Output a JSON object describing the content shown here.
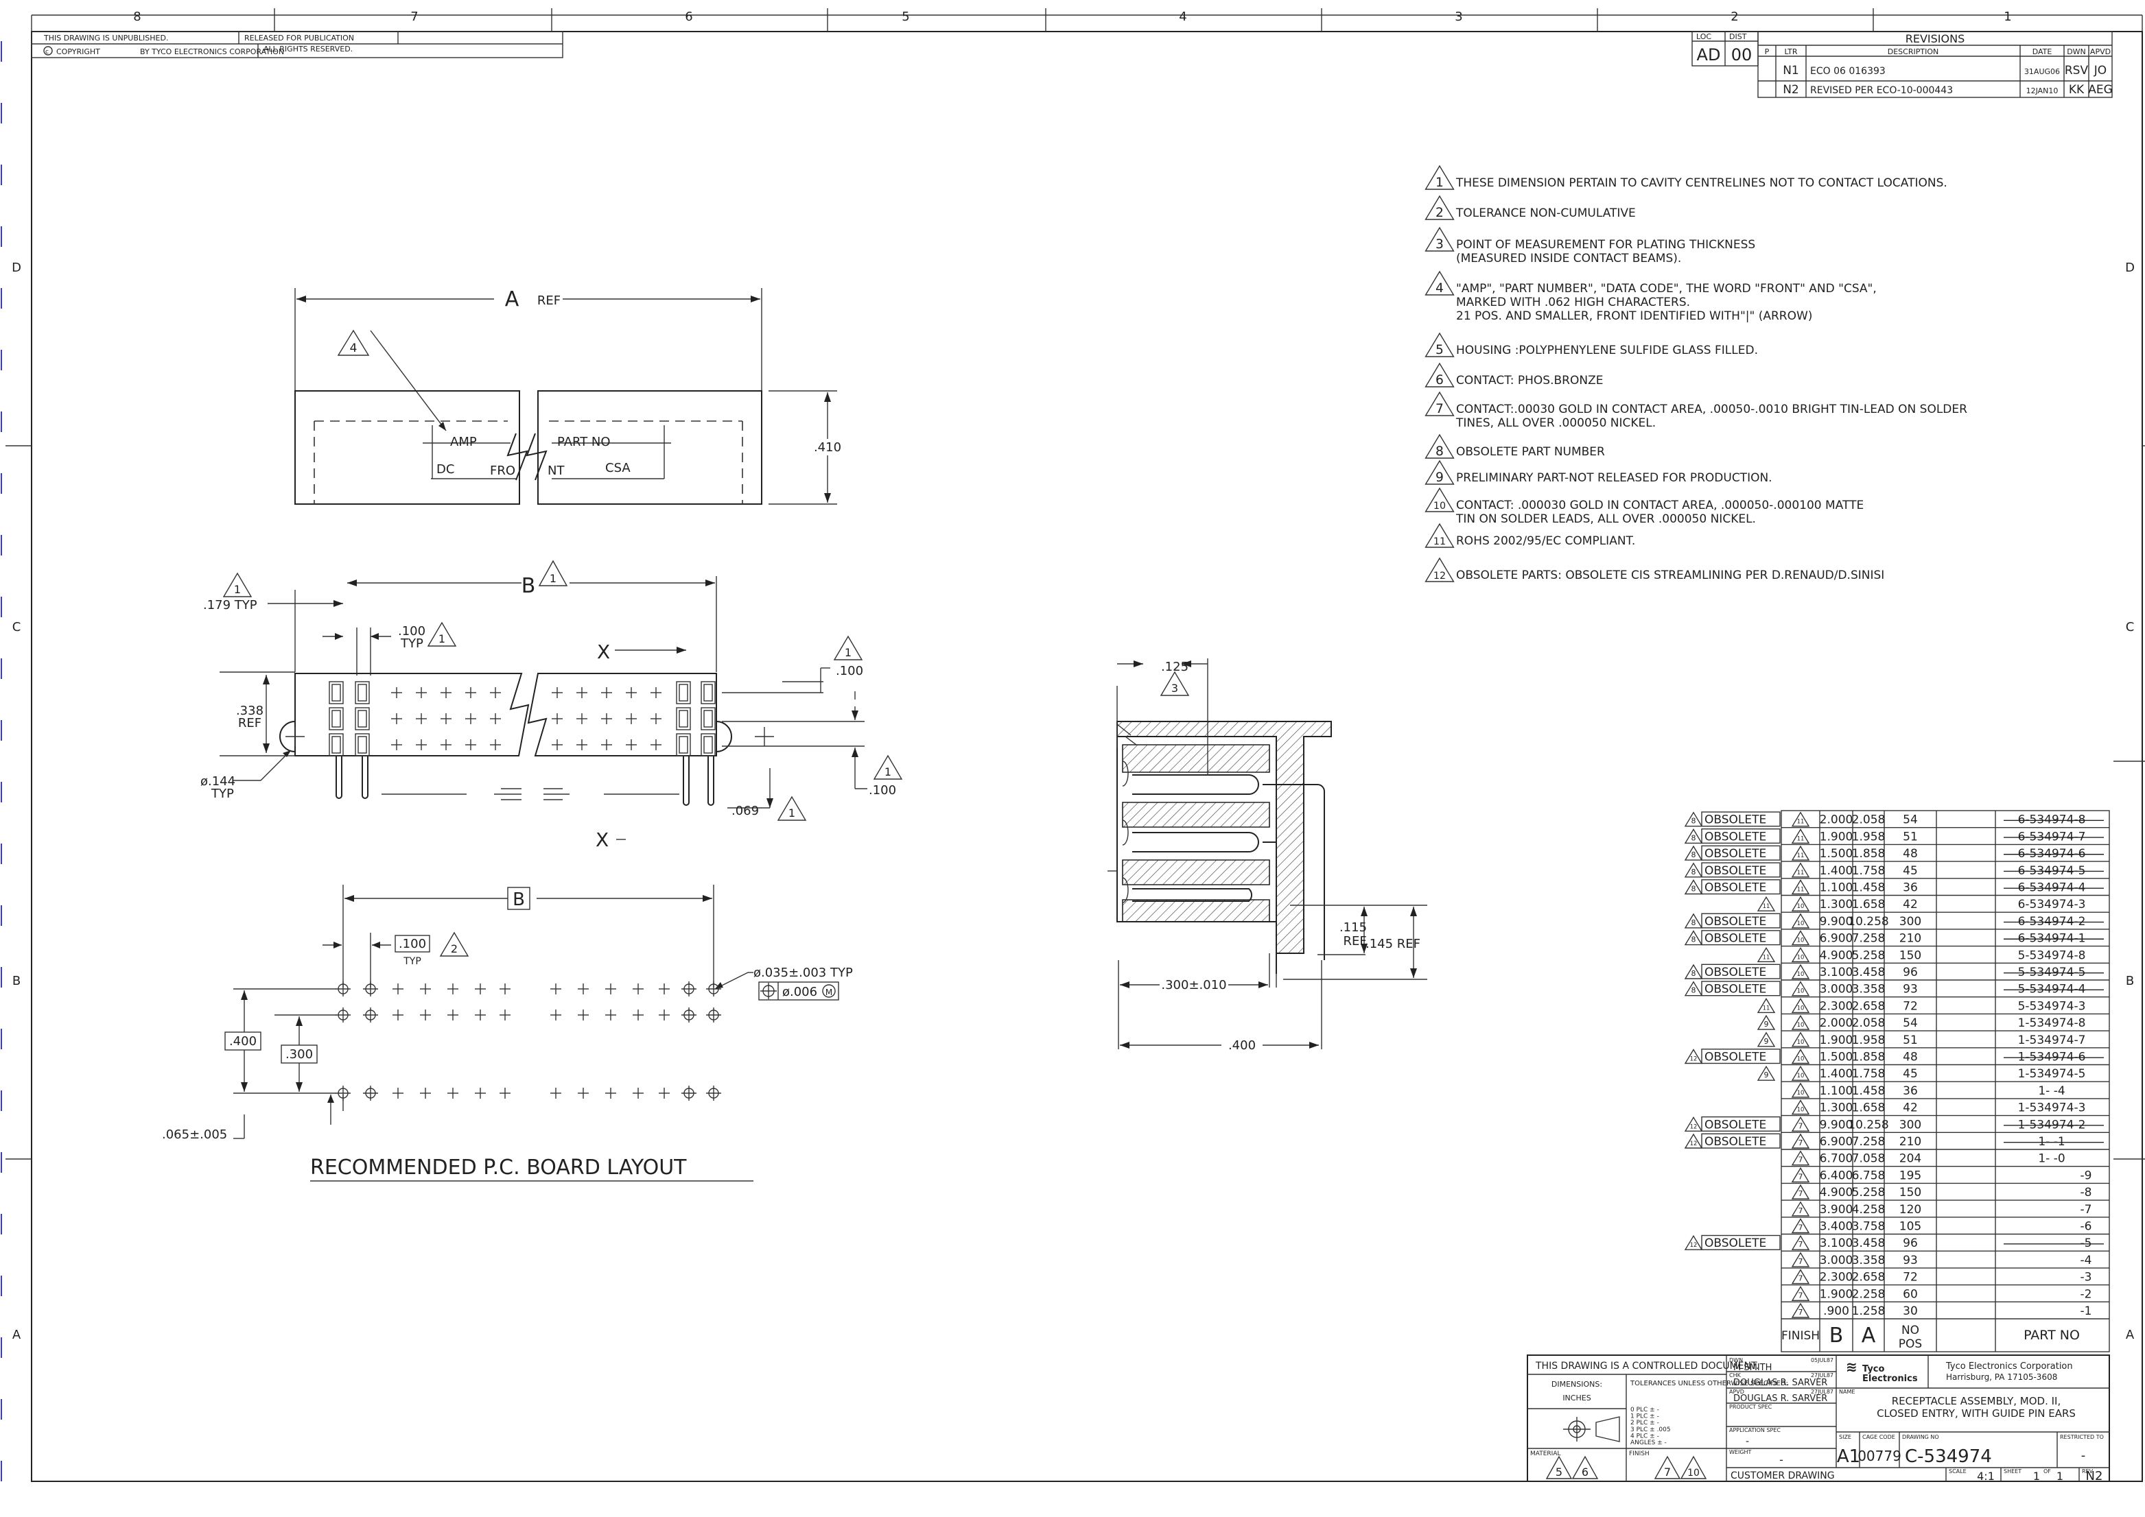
{
  "zones_top": [
    "8",
    "7",
    "6",
    "5",
    "4",
    "3",
    "2",
    "1"
  ],
  "zones_side": [
    "D",
    "C",
    "B",
    "A"
  ],
  "header": {
    "unpublished": "THIS DRAWING IS UNPUBLISHED.",
    "released": "RELEASED FOR PUBLICATION",
    "copyright": "COPYRIGHT",
    "by": "BY TYCO ELECTRONICS CORPORATION",
    "rights": "ALL RIGHTS RESERVED.",
    "loc_label": "LOC",
    "loc": "AD",
    "dist_label": "DIST",
    "dist": "00"
  },
  "revisions": {
    "title": "REVISIONS",
    "cols": [
      "P",
      "LTR",
      "DESCRIPTION",
      "DATE",
      "DWN",
      "APVD"
    ],
    "rows": [
      {
        "ltr": "N1",
        "desc": "ECO 06 016393",
        "date": "31AUG06",
        "dwn": "RSV",
        "apvd": "JO"
      },
      {
        "ltr": "N2",
        "desc": "REVISED PER ECO-10-000443",
        "date": "12JAN10",
        "dwn": "KK",
        "apvd": "AEG"
      }
    ]
  },
  "notes": [
    {
      "n": "1",
      "lines": [
        "THESE DIMENSION PERTAIN TO CAVITY CENTRELINES NOT TO CONTACT LOCATIONS."
      ]
    },
    {
      "n": "2",
      "lines": [
        "TOLERANCE NON-CUMULATIVE"
      ]
    },
    {
      "n": "3",
      "lines": [
        "POINT OF MEASUREMENT FOR PLATING THICKNESS",
        "(MEASURED INSIDE CONTACT BEAMS)."
      ]
    },
    {
      "n": "4",
      "lines": [
        "\"AMP\", \"PART NUMBER\", \"DATA CODE\", THE WORD \"FRONT\" AND \"CSA\",",
        "MARKED WITH .062 HIGH CHARACTERS.",
        "21 POS. AND SMALLER, FRONT IDENTIFIED WITH\"|\" (ARROW)"
      ]
    },
    {
      "n": "5",
      "lines": [
        "HOUSING :POLYPHENYLENE SULFIDE GLASS FILLED."
      ]
    },
    {
      "n": "6",
      "lines": [
        "CONTACT: PHOS.BRONZE"
      ]
    },
    {
      "n": "7",
      "lines": [
        "CONTACT:.00030 GOLD IN CONTACT AREA, .00050-.0010 BRIGHT TIN-LEAD ON SOLDER",
        "TINES, ALL OVER .000050 NICKEL."
      ]
    },
    {
      "n": "8",
      "lines": [
        "OBSOLETE PART NUMBER"
      ]
    },
    {
      "n": "9",
      "lines": [
        "PRELIMINARY PART-NOT RELEASED FOR PRODUCTION."
      ]
    },
    {
      "n": "10",
      "lines": [
        "CONTACT: .000030 GOLD IN CONTACT AREA, .000050-.000100 MATTE",
        "TIN ON SOLDER LEADS, ALL OVER .000050 NICKEL."
      ]
    },
    {
      "n": "11",
      "lines": [
        "ROHS 2002/95/EC COMPLIANT."
      ]
    },
    {
      "n": "12",
      "lines": [
        "OBSOLETE PARTS: OBSOLETE CIS STREAMLINING PER D.RENAUD/D.SINISI"
      ]
    }
  ],
  "view_top": {
    "a_ref": "A",
    "ref": "REF",
    "note_flag": "4",
    "amp": "AMP",
    "part_no": "PART NO",
    "dc": "DC",
    "front_left": "FRO",
    "front_right": "NT",
    "csa": "CSA",
    "height": ".410"
  },
  "view_front": {
    "b": "B",
    "b_flag": "1",
    "typ179": ".179 TYP",
    "typ179_flag": "1",
    "pitch": ".100",
    "pitch_typ": "TYP",
    "pitch_flag": "1",
    "x_top": "X",
    "x_bottom": "X",
    "d100_top": ".100",
    "d100_top_flag": "1",
    "d338": ".338",
    "d338_ref": "REF",
    "d144": "ø.144",
    "d144_typ": "TYP",
    "d069": ".069",
    "d069_flag": "1",
    "d100_bot": ".100",
    "d100_bot_flag": "1"
  },
  "pcb": {
    "b": "B",
    "pitch": ".100",
    "pitch_typ": "TYP",
    "pitch_flag": "2",
    "hole": "ø.035±.003 TYP",
    "fcf_tol": "ø.006",
    "fcf_mod": "M",
    "d400": ".400",
    "d300": ".300",
    "d065": ".065±.005",
    "title": "RECOMMENDED P.C. BOARD LAYOUT"
  },
  "section": {
    "d125": ".125",
    "d125_flag": "3",
    "d115": ".115",
    "d115_ref": "REF.",
    "d145": ".145 REF",
    "d300": ".300±.010",
    "d400": ".400"
  },
  "table": {
    "obsolete": "OBSOLETE",
    "headers": {
      "finish": "FINISH",
      "b": "B",
      "a": "A",
      "nopos": "NO POS",
      "partno": "PART NO"
    },
    "rows": [
      {
        "flag": "8",
        "obs": true,
        "fin": "11",
        "b": "2.000",
        "a": "2.058",
        "pos": "54",
        "pn": "6-534974-8",
        "strike": true
      },
      {
        "flag": "8",
        "obs": true,
        "fin": "11",
        "b": "1.900",
        "a": "1.958",
        "pos": "51",
        "pn": "6-534974-7",
        "strike": true
      },
      {
        "flag": "8",
        "obs": true,
        "fin": "11",
        "b": "1.500",
        "a": "1.858",
        "pos": "48",
        "pn": "6-534974-6",
        "strike": true
      },
      {
        "flag": "8",
        "obs": true,
        "fin": "11",
        "b": "1.400",
        "a": "1.758",
        "pos": "45",
        "pn": "6-534974-5",
        "strike": true
      },
      {
        "flag": "8",
        "obs": true,
        "fin": "11",
        "b": "1.100",
        "a": "1.458",
        "pos": "36",
        "pn": "6-534974-4",
        "strike": true
      },
      {
        "flag": "11",
        "obs": false,
        "fin": "10",
        "b": "1.300",
        "a": "1.658",
        "pos": "42",
        "pn": "6-534974-3",
        "strike": false
      },
      {
        "flag": "8",
        "obs": true,
        "fin": "10",
        "b": "9.900",
        "a": "10.258",
        "pos": "300",
        "pn": "6-534974-2",
        "strike": true
      },
      {
        "flag": "8",
        "obs": true,
        "fin": "10",
        "b": "6.900",
        "a": "7.258",
        "pos": "210",
        "pn": "6-534974-1",
        "strike": true
      },
      {
        "flag": "11",
        "obs": false,
        "fin": "10",
        "b": "4.900",
        "a": "5.258",
        "pos": "150",
        "pn": "5-534974-8",
        "strike": false
      },
      {
        "flag": "8",
        "obs": true,
        "fin": "10",
        "b": "3.100",
        "a": "3.458",
        "pos": "96",
        "pn": "5-534974-5",
        "strike": true
      },
      {
        "flag": "8",
        "obs": true,
        "fin": "10",
        "b": "3.000",
        "a": "3.358",
        "pos": "93",
        "pn": "5-534974-4",
        "strike": true
      },
      {
        "flag": "11",
        "obs": false,
        "fin": "10",
        "b": "2.300",
        "a": "2.658",
        "pos": "72",
        "pn": "5-534974-3",
        "strike": false
      },
      {
        "flag": "9",
        "obs": false,
        "fin": "10",
        "b": "2.000",
        "a": "2.058",
        "pos": "54",
        "pn": "1-534974-8",
        "strike": false
      },
      {
        "flag": "9",
        "obs": false,
        "fin": "10",
        "b": "1.900",
        "a": "1.958",
        "pos": "51",
        "pn": "1-534974-7",
        "strike": false
      },
      {
        "flag": "12",
        "obs": true,
        "fin": "10",
        "b": "1.500",
        "a": "1.858",
        "pos": "48",
        "pn": "1-534974-6",
        "strike": true
      },
      {
        "flag": "9",
        "obs": false,
        "fin": "10",
        "b": "1.400",
        "a": "1.758",
        "pos": "45",
        "pn": "1-534974-5",
        "strike": false
      },
      {
        "flag": "",
        "obs": false,
        "fin": "10",
        "b": "1.100",
        "a": "1.458",
        "pos": "36",
        "pn": "1-  -4",
        "strike": false
      },
      {
        "flag": "",
        "obs": false,
        "fin": "10",
        "b": "1.300",
        "a": "1.658",
        "pos": "42",
        "pn": "1-534974-3",
        "strike": false
      },
      {
        "flag": "12",
        "obs": true,
        "fin": "7",
        "b": "9.900",
        "a": "10.258",
        "pos": "300",
        "pn": "1-534974-2",
        "strike": true
      },
      {
        "flag": "12",
        "obs": true,
        "fin": "7",
        "b": "6.900",
        "a": "7.258",
        "pos": "210",
        "pn": "1-  -1",
        "strike": true
      },
      {
        "flag": "",
        "obs": false,
        "fin": "7",
        "b": "6.700",
        "a": "7.058",
        "pos": "204",
        "pn": "1-  -0",
        "strike": false
      },
      {
        "flag": "",
        "obs": false,
        "fin": "7",
        "b": "6.400",
        "a": "6.758",
        "pos": "195",
        "pn": "-9",
        "strike": false
      },
      {
        "flag": "",
        "obs": false,
        "fin": "7",
        "b": "4.900",
        "a": "5.258",
        "pos": "150",
        "pn": "-8",
        "strike": false
      },
      {
        "flag": "",
        "obs": false,
        "fin": "7",
        "b": "3.900",
        "a": "4.258",
        "pos": "120",
        "pn": "-7",
        "strike": false
      },
      {
        "flag": "",
        "obs": false,
        "fin": "7",
        "b": "3.400",
        "a": "3.758",
        "pos": "105",
        "pn": "-6",
        "strike": false
      },
      {
        "flag": "12",
        "obs": true,
        "fin": "7",
        "b": "3.100",
        "a": "3.458",
        "pos": "96",
        "pn": "-5",
        "strike": true
      },
      {
        "flag": "",
        "obs": false,
        "fin": "7",
        "b": "3.000",
        "a": "3.358",
        "pos": "93",
        "pn": "-4",
        "strike": false
      },
      {
        "flag": "",
        "obs": false,
        "fin": "7",
        "b": "2.300",
        "a": "2.658",
        "pos": "72",
        "pn": "-3",
        "strike": false
      },
      {
        "flag": "",
        "obs": false,
        "fin": "7",
        "b": "1.900",
        "a": "2.258",
        "pos": "60",
        "pn": "-2",
        "strike": false
      },
      {
        "flag": "",
        "obs": false,
        "fin": "7",
        "b": ".900",
        "a": "1.258",
        "pos": "30",
        "pn": "-1",
        "strike": false
      }
    ]
  },
  "title_block": {
    "controlled": "THIS DRAWING IS A CONTROLLED DOCUMENT.",
    "dimensions": "DIMENSIONS:",
    "inches": "INCHES",
    "tolerances": "TOLERANCES UNLESS OTHERWISE SPECIFIED:",
    "tol_lines": [
      "0 PLC   ±  -",
      "1 PLC   ±  -",
      "2 PLC   ±  -",
      "3 PLC   ±  .005",
      "4 PLC   ±  -",
      "ANGLES  ±  -"
    ],
    "material": "MATERIAL",
    "finish": "FINISH",
    "mat_flags": [
      "5",
      "6"
    ],
    "fin_flags": [
      "7",
      "10"
    ],
    "dwn_label": "DWN",
    "dwn_name": "M SMITH",
    "dwn_date": "05JUL87",
    "chk_label": "CHK",
    "chk_name": "DOUGLAS R. SARVER",
    "chk_date": "27JUL87",
    "apvd_label": "APVD",
    "apvd_name": "DOUGLAS R. SARVER",
    "apvd_date": "27JUL87",
    "product_spec": "PRODUCT SPEC",
    "application_spec": "APPLICATION SPEC",
    "app_val": "-",
    "weight": "WEIGHT",
    "weight_val": "-",
    "company": "Tyco Electronics Corporation",
    "address": "Harrisburg, PA 17105-3608",
    "logo_a": "Tyco",
    "logo_b": "Electronics",
    "name_label": "NAME",
    "name_lines": [
      "RECEPTACLE ASSEMBLY, MOD. II,",
      "CLOSED ENTRY, WITH GUIDE PIN EARS"
    ],
    "size_label": "SIZE",
    "size": "A1",
    "cage_label": "CAGE CODE",
    "cage": "00779",
    "dwg_label": "DRAWING NO",
    "dwg": "C-534974",
    "restricted_label": "RESTRICTED TO",
    "restricted": "-",
    "customer": "CUSTOMER DRAWING",
    "scale_label": "SCALE",
    "scale": "4:1",
    "sheet_label": "SHEET",
    "sheet": "1",
    "of_label": "OF",
    "of": "1",
    "rev_label": "REV",
    "rev": "N2"
  }
}
